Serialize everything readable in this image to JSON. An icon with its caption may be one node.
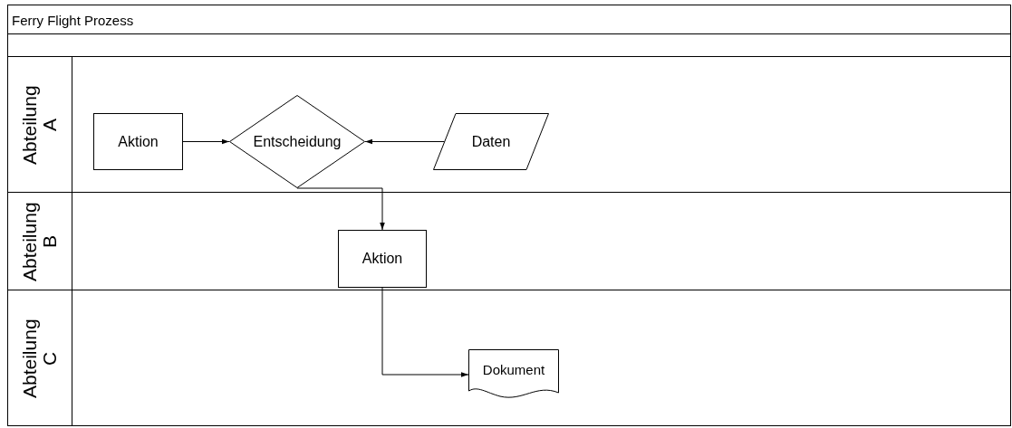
{
  "diagram": {
    "nodes": [
      {
        "text": [
          "Ferry Flight Prozess"
        ]
      },
      {
        "text": [
          "Abteilung A"
        ],
        "in": 0
      },
      {
        "text": [
          "Aktion"
        ],
        "in": 1
      },
      {
        "text": [
          "Entscheidung"
        ],
        "in": 1
      },
      {
        "text": [
          "Daten"
        ],
        "in": 1
      },
      {
        "text": [
          "Abteilung B"
        ],
        "in": 0
      },
      {
        "text": [
          "Aktion"
        ],
        "in": 5
      },
      {
        "text": [
          "Abteilung C"
        ],
        "in": 0
      },
      {
        "text": [
          "Dokument"
        ],
        "in": 7
      }
    ],
    "edges": [
      {
        "from": 2,
        "to": 3,
        "arrow": "to"
      },
      {
        "from": 4,
        "to": 3,
        "arrow": "to"
      },
      {
        "from": 3,
        "to": 6,
        "arrow": "to"
      },
      {
        "from": 6,
        "to": 8,
        "arrow": "to"
      }
    ]
  }
}
